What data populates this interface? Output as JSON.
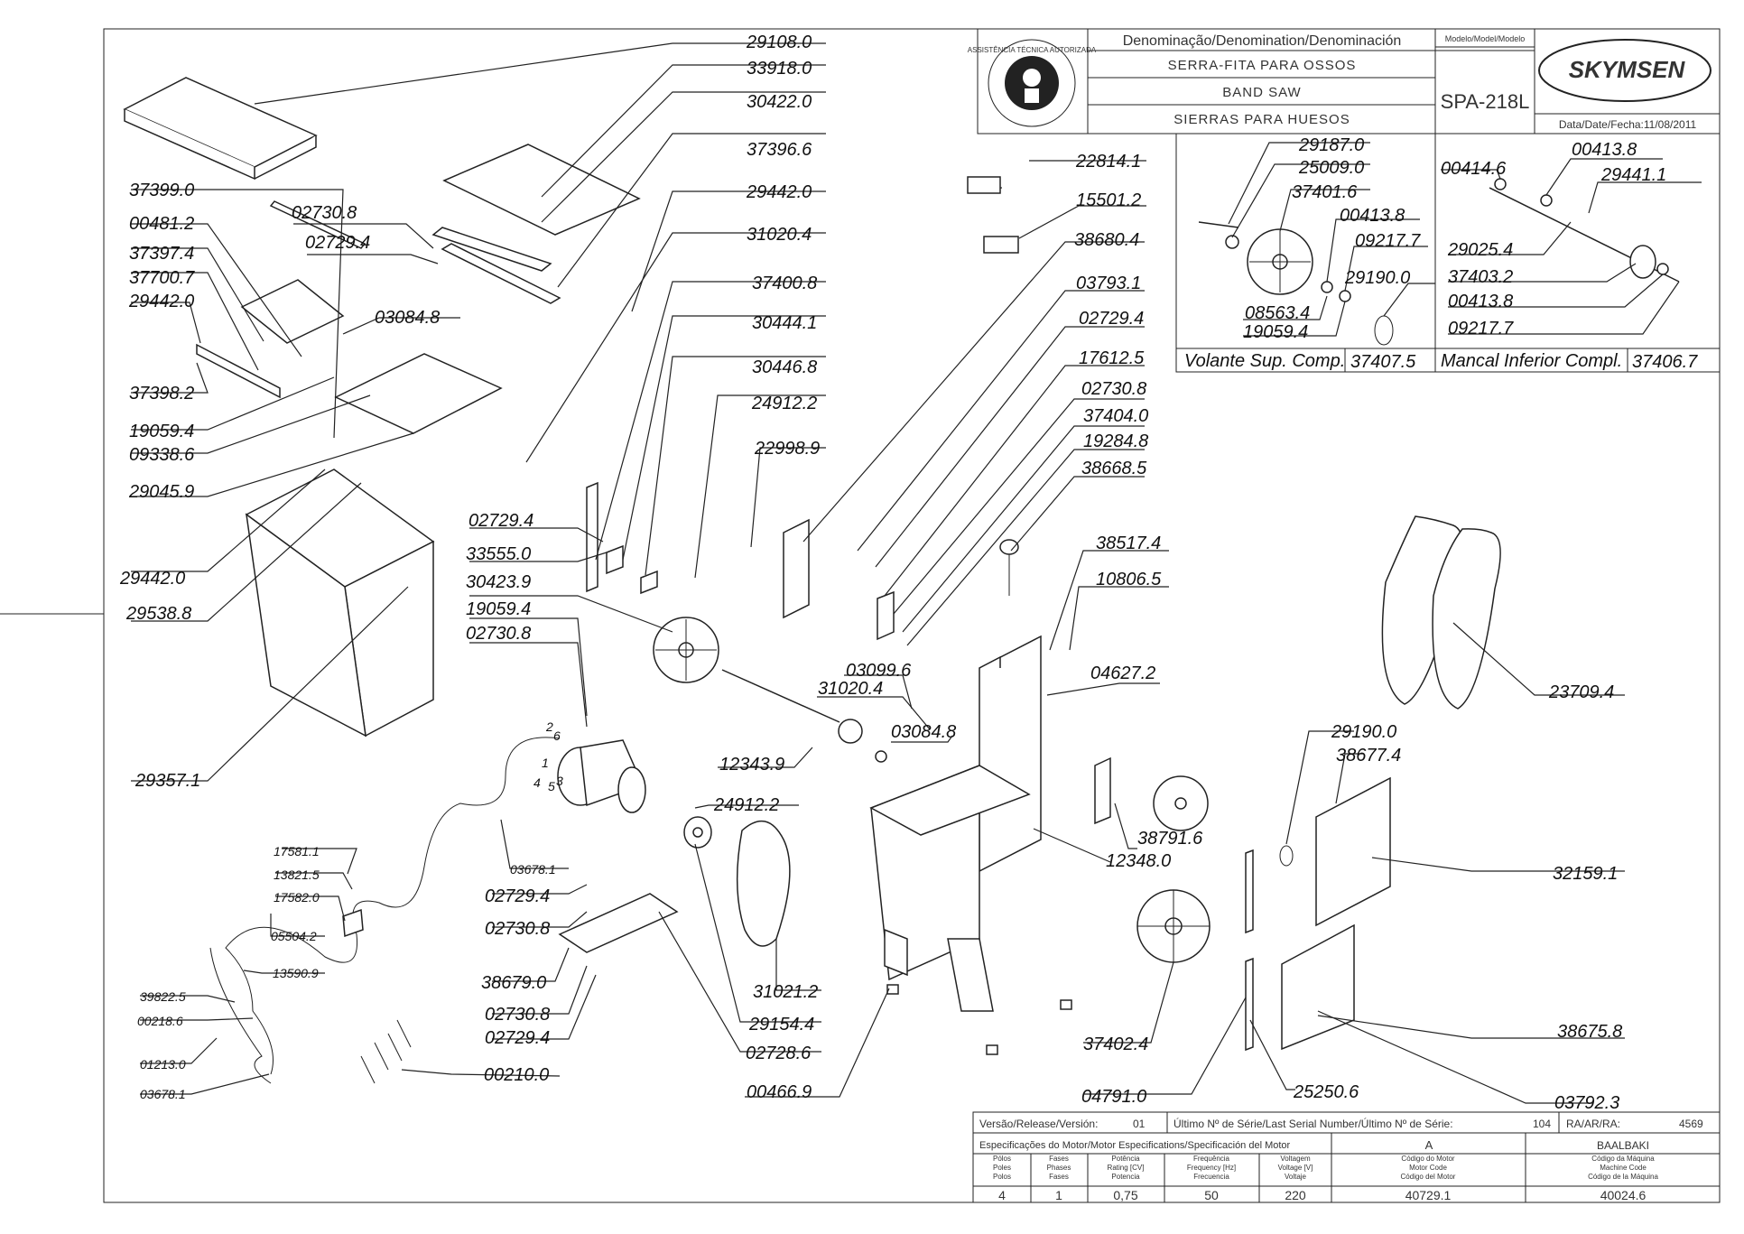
{
  "header": {
    "denomination_label": "Denominação/Denomination/Denominación",
    "name_pt": "SERRA-FITA PARA OSSOS",
    "name_en": "BAND SAW",
    "name_es": "SIERRAS PARA HUESOS",
    "model_label": "Modelo/Model/Modelo",
    "model": "SPA-218L",
    "brand": "SKYMSEN",
    "date": "Data/Date/Fecha:11/08/2011",
    "seal_text": "ASSISTÊNCIA TÉCNICA AUTORIZADA"
  },
  "inset_upper_wheel": {
    "title": "Volante Sup. Comp.",
    "code": "37407.5",
    "labels": [
      "29187.0",
      "25009.0",
      "37401.6",
      "00413.8",
      "09217.7",
      "29190.0",
      "08563.4",
      "19059.4"
    ]
  },
  "inset_lower_bearing": {
    "title": "Mancal Inferior Compl.",
    "code": "37406.7",
    "labels": [
      "00413.8",
      "00414.6",
      "29441.1",
      "29025.4",
      "37403.2",
      "00413.8",
      "09217.7"
    ]
  },
  "part_labels": {
    "p29108": "29108.0",
    "p33918": "33918.0",
    "p30422": "30422.0",
    "p37396": "37396.6",
    "p29442a": "29442.0",
    "p31020a": "31020.4",
    "p37400": "37400.8",
    "p30444": "30444.1",
    "p30446": "30446.8",
    "p24912a": "24912.2",
    "p22998": "22998.9",
    "p37399": "37399.0",
    "p00481": "00481.2",
    "p37397": "37397.4",
    "p37700": "37700.7",
    "p29442b": "29442.0",
    "p37398": "37398.2",
    "p02730a": "02730.8",
    "p02729a": "02729.4",
    "p03084a": "03084.8",
    "p19059a": "19059.4",
    "p09338": "09338.6",
    "p29045": "29045.9",
    "p29442c": "29442.0",
    "p29538": "29538.8",
    "p29357": "29357.1",
    "p22814": "22814.1",
    "p15501": "15501.2",
    "p38680": "38680.4",
    "p03793": "03793.1",
    "p02729b": "02729.4",
    "p17612": "17612.5",
    "p02730b": "02730.8",
    "p37404": "37404.0",
    "p19284": "19284.8",
    "p38668": "38668.5",
    "p38517": "38517.4",
    "p10806": "10806.5",
    "p04627": "04627.2",
    "p02729c": "02729.4",
    "p33555": "33555.0",
    "p30423": "30423.9",
    "p19059b": "19059.4",
    "p02730c": "02730.8",
    "p03099": "03099.6",
    "p31020b": "31020.4",
    "p03084b": "03084.8",
    "p12343": "12343.9",
    "p24912b": "24912.2",
    "p12348": "12348.0",
    "p38791": "38791.6",
    "p29190": "29190.0",
    "p38677": "38677.4",
    "p32159": "32159.1",
    "p23709": "23709.4",
    "p03678a": "03678.1",
    "p02729d": "02729.4",
    "p02730d": "02730.8",
    "p38679": "38679.0",
    "p02730e": "02730.8",
    "p02729e": "02729.4",
    "p31021": "31021.2",
    "p29154": "29154.4",
    "p02728": "02728.6",
    "p00466": "00466.9",
    "p37402": "37402.4",
    "p38675": "38675.8",
    "p04791": "04791.0",
    "p25250": "25250.6",
    "p03792": "03792.3",
    "p00210": "00210.0",
    "s17581": "17581.1",
    "s13821": "13821.5",
    "s17582": "17582.0",
    "s05504": "05504.2",
    "s13590": "13590.9",
    "s39822": "39822.5",
    "s00218": "00218.6",
    "s01213": "01213.0",
    "s03678": "03678.1"
  },
  "motor_wire_numbers": [
    "2",
    "6",
    "1",
    "4",
    "5",
    "3"
  ],
  "footer": {
    "version_label": "Versão/Release/Versión:",
    "version": "01",
    "serial_label": "Último Nº de Série/Last Serial Number/Último Nº de Série:",
    "serial": "104",
    "ra_label": "RA/AR/RA:",
    "ra": "4569",
    "motor_spec_label": "Especificações do Motor/Motor Especifications/Specificación del Motor",
    "motor_letter": "A",
    "customer": "BAALBAKI",
    "cols": [
      {
        "h1": "Pólos",
        "h2": "Poles",
        "h3": "Polos",
        "v": "4"
      },
      {
        "h1": "Fases",
        "h2": "Phases",
        "h3": "Fases",
        "v": "1"
      },
      {
        "h1": "Potência",
        "h2": "Rating [CV]",
        "h3": "Potencia",
        "v": "0,75"
      },
      {
        "h1": "Frequência",
        "h2": "Frequency [Hz]",
        "h3": "Frecuencia",
        "v": "50"
      },
      {
        "h1": "Voltagem",
        "h2": "Voltage [V]",
        "h3": "Voltaje",
        "v": "220"
      },
      {
        "h1": "Código do Motor",
        "h2": "Motor Code",
        "h3": "Código del Motor",
        "v": "40729.1"
      },
      {
        "h1": "Código da Máquina",
        "h2": "Machine Code",
        "h3": "Código de la Máquina",
        "v": "40024.6"
      }
    ]
  }
}
